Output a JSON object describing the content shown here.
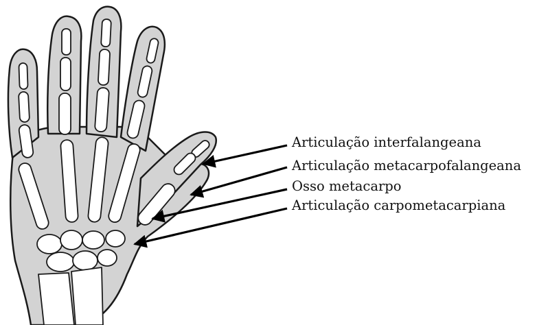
{
  "diagram": {
    "labels": [
      "Articulação interfalangeana",
      "Articulação metacarpofalangeana",
      "Osso metacarpo",
      "Articulação carpometacarpiana"
    ],
    "colors": {
      "skin": "#d3d3d3",
      "bone": "#ffffff",
      "outline": "#1a1a1a",
      "arrow": "#000000"
    }
  }
}
